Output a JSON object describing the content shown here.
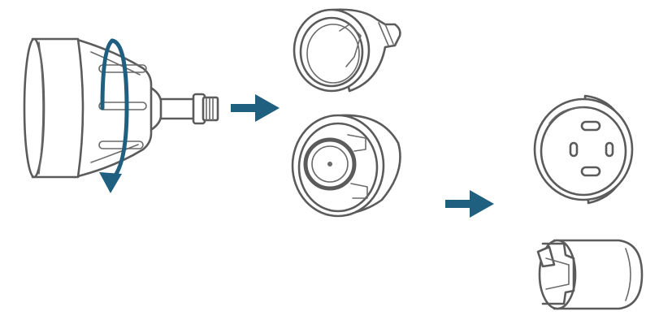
{
  "figure": {
    "background": "#ffffff",
    "line_color": "#5b5b5b",
    "accent_color": "#1f5f80",
    "steps": [
      {
        "id": "step-1",
        "depicts": "unscrew-cap-from-hose-connector",
        "icon": "rotate-arrow-icon"
      },
      {
        "id": "step-2",
        "depicts": "cap-and-valve-separated"
      },
      {
        "id": "step-3",
        "depicts": "insert-and-tool-parts"
      }
    ],
    "arrows": [
      "arrow-right-icon",
      "arrow-right-icon"
    ]
  }
}
